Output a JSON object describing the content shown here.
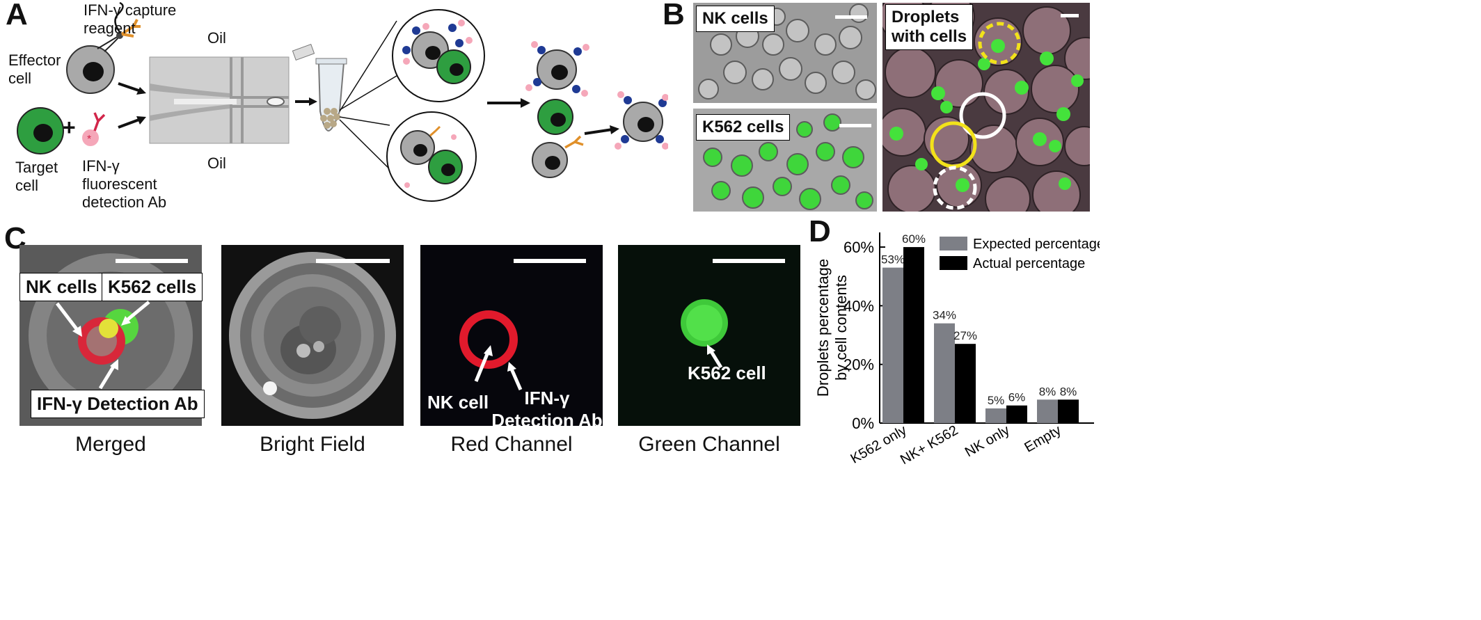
{
  "panels": {
    "a": "A",
    "b": "B",
    "c": "C",
    "d": "D"
  },
  "panel_a": {
    "capture_reagent": [
      "IFN-γ capture",
      "reagent"
    ],
    "effector_cell": [
      "Effector",
      "cell"
    ],
    "target_cell": [
      "Target",
      "cell"
    ],
    "detection_ab": [
      "IFN-γ",
      "fluorescent",
      "detection Ab"
    ],
    "plus": "+",
    "oil_top": "Oil",
    "oil_bottom": "Oil"
  },
  "panel_b": {
    "nk_cells": "NK cells",
    "k562_cells": "K562 cells",
    "droplets": [
      "Droplets",
      "with cells"
    ]
  },
  "panel_c": {
    "merged_nk": "NK cells",
    "merged_k562": "K562 cells",
    "merged_ifn": "IFN-γ Detection Ab",
    "red_nk": "NK cell",
    "red_ifn": [
      "IFN-γ",
      "Detection Ab"
    ],
    "green_k562": "K562 cell",
    "captions": [
      "Merged",
      "Bright Field",
      "Red Channel",
      "Green Channel"
    ]
  },
  "chart_data": {
    "type": "bar",
    "ylabel": [
      "Droplets percentage",
      "by cell contents"
    ],
    "categories": [
      "K562 only",
      "NK+ K562",
      "NK only",
      "Empty"
    ],
    "series": [
      {
        "name": "Expected percentage",
        "values": [
          53,
          34,
          5,
          8
        ],
        "labels": [
          "53%",
          "34%",
          "5%",
          "8%"
        ],
        "color": "#7d7f86"
      },
      {
        "name": "Actual percentage",
        "values": [
          60,
          27,
          6,
          8
        ],
        "labels": [
          "60%",
          "27%",
          "6%",
          "8%"
        ],
        "color": "#000000"
      }
    ],
    "yticks": [
      "0%",
      "20%",
      "40%",
      "60%"
    ],
    "ytick_values": [
      0,
      20,
      40,
      60
    ],
    "ylim": [
      0,
      65
    ],
    "legend_position": "top-right"
  }
}
